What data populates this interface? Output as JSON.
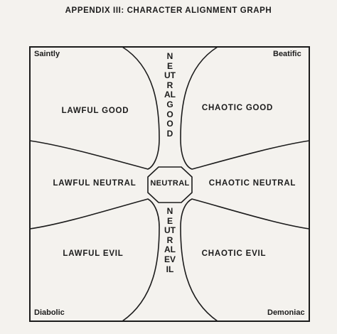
{
  "title": "APPENDIX III: CHARACTER ALIGNMENT GRAPH",
  "corners": {
    "top_left": "Saintly",
    "top_right": "Beatific",
    "bottom_left": "Diabolic",
    "bottom_right": "Demoniac"
  },
  "regions": {
    "lawful_good": "LAWFUL GOOD",
    "chaotic_good": "CHAOTIC GOOD",
    "lawful_neutral": "LAWFUL NEUTRAL",
    "neutral": "NEUTRAL",
    "chaotic_neutral": "CHAOTIC NEUTRAL",
    "lawful_evil": "LAWFUL EVIL",
    "chaotic_evil": "CHAOTIC EVIL",
    "neutral_good": "NEUTRALGOOD",
    "neutral_evil": "NEUTRALEVIL"
  },
  "colors": {
    "ink": "#1c1c1c",
    "paper": "#f4f2ee"
  }
}
